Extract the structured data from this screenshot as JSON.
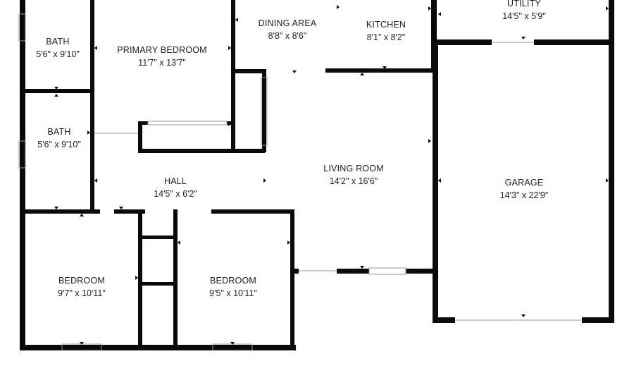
{
  "colors": {
    "wall": "#0a0a0a",
    "window": "#9a9a9a",
    "background": "#ffffff",
    "text": "#222222"
  },
  "rooms": {
    "bath_top": {
      "name": "BATH",
      "dims": "5'6\" x 9'10\""
    },
    "primary_bedroom": {
      "name": "PRIMARY BEDROOM",
      "dims": "11'7\" x 13'7\""
    },
    "dining_area": {
      "name": "DINING AREA",
      "dims": "8'8\" x 8'6\""
    },
    "kitchen": {
      "name": "KITCHEN",
      "dims": "8'1\" x 8'2\""
    },
    "utility": {
      "name": "UTILITY",
      "dims": "14'5\" x 5'9\""
    },
    "bath_mid": {
      "name": "BATH",
      "dims": "5'6\" x 9'10\""
    },
    "hall": {
      "name": "HALL",
      "dims": "14'5\" x 6'2\""
    },
    "living_room": {
      "name": "LIVING ROOM",
      "dims": "14'2\" x 16'6\""
    },
    "garage": {
      "name": "GARAGE",
      "dims": "14'3\" x 22'9\""
    },
    "bedroom_left": {
      "name": "BEDROOM",
      "dims": "9'7\" x 10'11\""
    },
    "bedroom_right": {
      "name": "BEDROOM",
      "dims": "9'5\" x 10'11\""
    }
  }
}
